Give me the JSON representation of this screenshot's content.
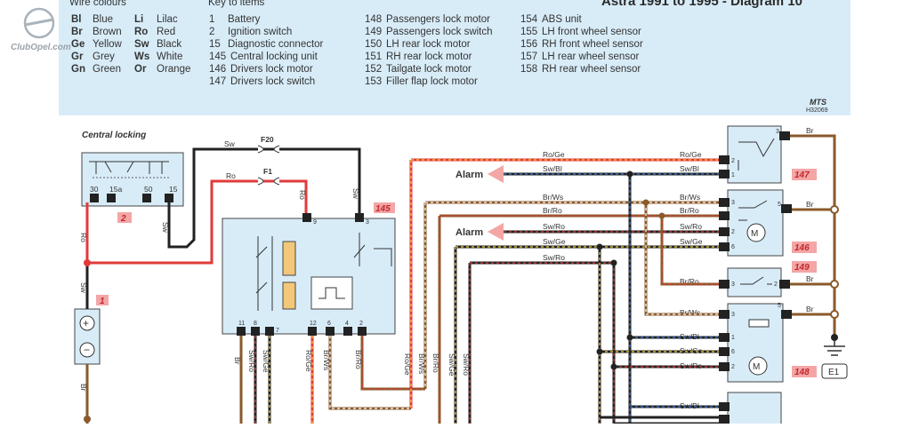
{
  "site_logo": "ClubOpel.com",
  "title": "Astra 1991 to 1995 - Diagram 10",
  "headings": {
    "wire_colours": "Wire colours",
    "key_to_items": "Key to items"
  },
  "wire_colours": [
    {
      "code": "Bl",
      "name": "Blue"
    },
    {
      "code": "Br",
      "name": "Brown"
    },
    {
      "code": "Ge",
      "name": "Yellow"
    },
    {
      "code": "Gr",
      "name": "Grey"
    },
    {
      "code": "Gn",
      "name": "Green"
    },
    {
      "code": "Li",
      "name": "Lilac"
    },
    {
      "code": "Ro",
      "name": "Red"
    },
    {
      "code": "Sw",
      "name": "Black"
    },
    {
      "code": "Ws",
      "name": "White"
    },
    {
      "code": "Or",
      "name": "Orange"
    }
  ],
  "key_items": [
    {
      "num": "1",
      "name": "Battery"
    },
    {
      "num": "2",
      "name": "Ignition switch"
    },
    {
      "num": "15",
      "name": "Diagnostic connector"
    },
    {
      "num": "145",
      "name": "Central locking unit"
    },
    {
      "num": "146",
      "name": "Drivers lock motor"
    },
    {
      "num": "147",
      "name": "Drivers lock switch"
    },
    {
      "num": "148",
      "name": "Passengers lock motor"
    },
    {
      "num": "149",
      "name": "Passengers lock switch"
    },
    {
      "num": "150",
      "name": "LH rear lock motor"
    },
    {
      "num": "151",
      "name": "RH rear lock motor"
    },
    {
      "num": "152",
      "name": "Tailgate lock motor"
    },
    {
      "num": "153",
      "name": "Filler flap lock motor"
    },
    {
      "num": "154",
      "name": "ABS unit"
    },
    {
      "num": "155",
      "name": "LH front wheel sensor"
    },
    {
      "num": "156",
      "name": "RH front wheel sensor"
    },
    {
      "num": "157",
      "name": "LH rear wheel sensor"
    },
    {
      "num": "158",
      "name": "RH rear wheel sensor"
    }
  ],
  "publisher_mark": {
    "brand": "MTS",
    "code": "H32069"
  },
  "diagram": {
    "section_label": "Central locking",
    "component_tags": [
      "1",
      "2",
      "145",
      "146",
      "147",
      "148",
      "149"
    ],
    "earth_label": "E1",
    "alarm_label": "Alarm",
    "fuses": [
      "F20",
      "F1"
    ],
    "ignition_terminals": [
      "30",
      "15a",
      "50",
      "15"
    ],
    "unit_pins": [
      "9",
      "3",
      "11",
      "8",
      "7",
      "12",
      "6",
      "4",
      "2"
    ],
    "wire_labels": {
      "sw": "Sw",
      "ro": "Ro",
      "br": "Br",
      "sw_ro": "Sw/Ro",
      "sw_ge": "Sw/Ge",
      "sw_bl": "Sw/Bl",
      "ro_ge": "Ro/Ge",
      "br_ws": "Br/Ws",
      "br_ro": "Br/Ro"
    },
    "switch_pins": [
      "3",
      "2",
      "1",
      "3",
      "5",
      "2",
      "6",
      "3",
      "2",
      "3",
      "5",
      "1",
      "6",
      "2"
    ]
  }
}
